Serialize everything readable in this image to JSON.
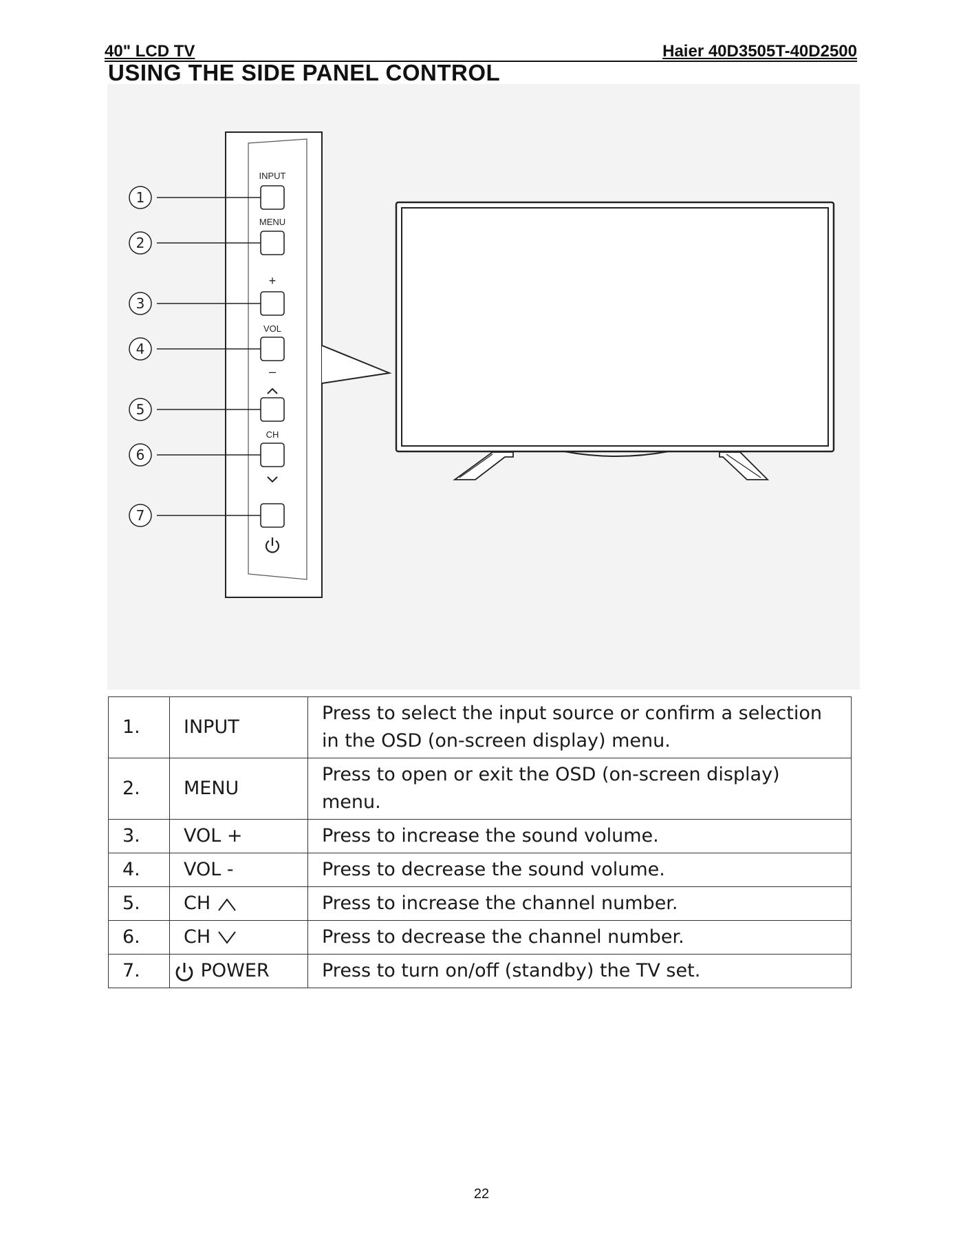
{
  "header": {
    "left": "40\" LCD TV",
    "right": "Haier 40D3505T-40D2500"
  },
  "page_title": "USING THE SIDE PANEL CONTROL",
  "side_panel": {
    "labels": {
      "input": "INPUT",
      "menu": "MENU",
      "vol_plus": "+",
      "vol": "VOL",
      "vol_minus": "–",
      "ch": "CH"
    },
    "callouts": [
      "①",
      "②",
      "③",
      "④",
      "⑤",
      "⑥",
      "⑦"
    ]
  },
  "controls_table": {
    "rows": [
      {
        "num": "1.",
        "name": "INPUT",
        "icon": "",
        "desc": "Press to select the input source or confirm a selection in the OSD (on-screen display) menu."
      },
      {
        "num": "2.",
        "name": "MENU",
        "icon": "",
        "desc": "Press to open or exit the OSD (on-screen display) menu."
      },
      {
        "num": "3.",
        "name": "VOL +",
        "icon": "",
        "desc": "Press to increase the sound volume."
      },
      {
        "num": "4.",
        "name": "VOL -",
        "icon": "",
        "desc": "Press to decrease the sound volume."
      },
      {
        "num": "5.",
        "name": "CH",
        "icon": "chevron-up-icon",
        "desc": "Press to increase the channel number."
      },
      {
        "num": "6.",
        "name": "CH",
        "icon": "chevron-down-icon",
        "desc": "Press to decrease the channel number."
      },
      {
        "num": "7.",
        "name": "POWER",
        "icon": "power-icon",
        "desc": "Press to turn on/off (standby) the TV set."
      }
    ]
  },
  "page_number": "22"
}
